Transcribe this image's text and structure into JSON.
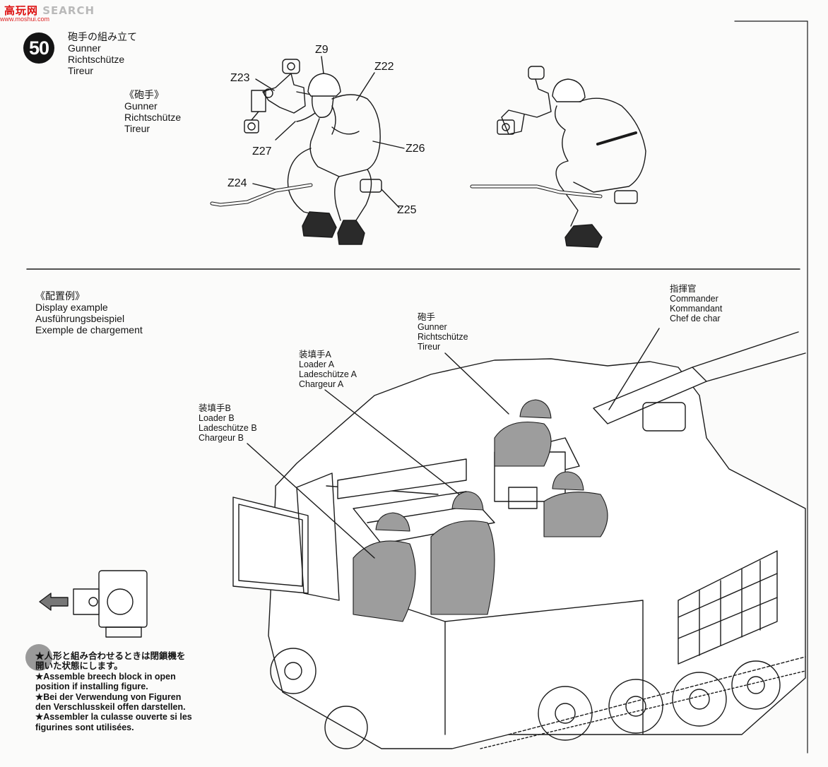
{
  "watermark": {
    "brand": "高玩网",
    "search": "SEARCH",
    "url": "www.moshui.com"
  },
  "step": {
    "number": "50",
    "title_ja": "砲手の組み立て",
    "title_en": "Gunner",
    "title_de": "Richtschütze",
    "title_fr": "Tireur"
  },
  "figure_caption": {
    "ja": "《砲手》",
    "en": "Gunner",
    "de": "Richtschütze",
    "fr": "Tireur"
  },
  "parts": [
    "Z9",
    "Z22",
    "Z23",
    "Z27",
    "Z26",
    "Z24",
    "Z25"
  ],
  "display": {
    "ja": "《配置例》",
    "en": "Display example",
    "de": "Ausführungsbeispiel",
    "fr": "Exemple de chargement"
  },
  "crew": {
    "commander": {
      "ja": "指揮官",
      "en": "Commander",
      "de": "Kommandant",
      "fr": "Chef de char"
    },
    "gunner": {
      "ja": "砲手",
      "en": "Gunner",
      "de": "Richtschütze",
      "fr": "Tireur"
    },
    "loader_a": {
      "ja": "装填手A",
      "en": "Loader A",
      "de": "Ladeschütze A",
      "fr": "Chargeur A"
    },
    "loader_b": {
      "ja": "装填手B",
      "en": "Loader B",
      "de": "Ladeschütze B",
      "fr": "Chargeur B"
    }
  },
  "note": {
    "ja_1": "★人形と組み合わせるときは閉鎖機を",
    "ja_2": "開いた状態にします。",
    "en_1": "★Assemble breech block in open",
    "en_2": "position if installing figure.",
    "de_1": "★Bei der Verwendung von Figuren",
    "de_2": "den Verschlusskeil offen darstellen.",
    "fr_1": "★Assembler la culasse ouverte si les",
    "fr_2": "figurines sont utilisées."
  },
  "colors": {
    "figure_gray": "#9d9d9d",
    "line": "#1a1a1a",
    "watermark_red": "#d11111"
  }
}
